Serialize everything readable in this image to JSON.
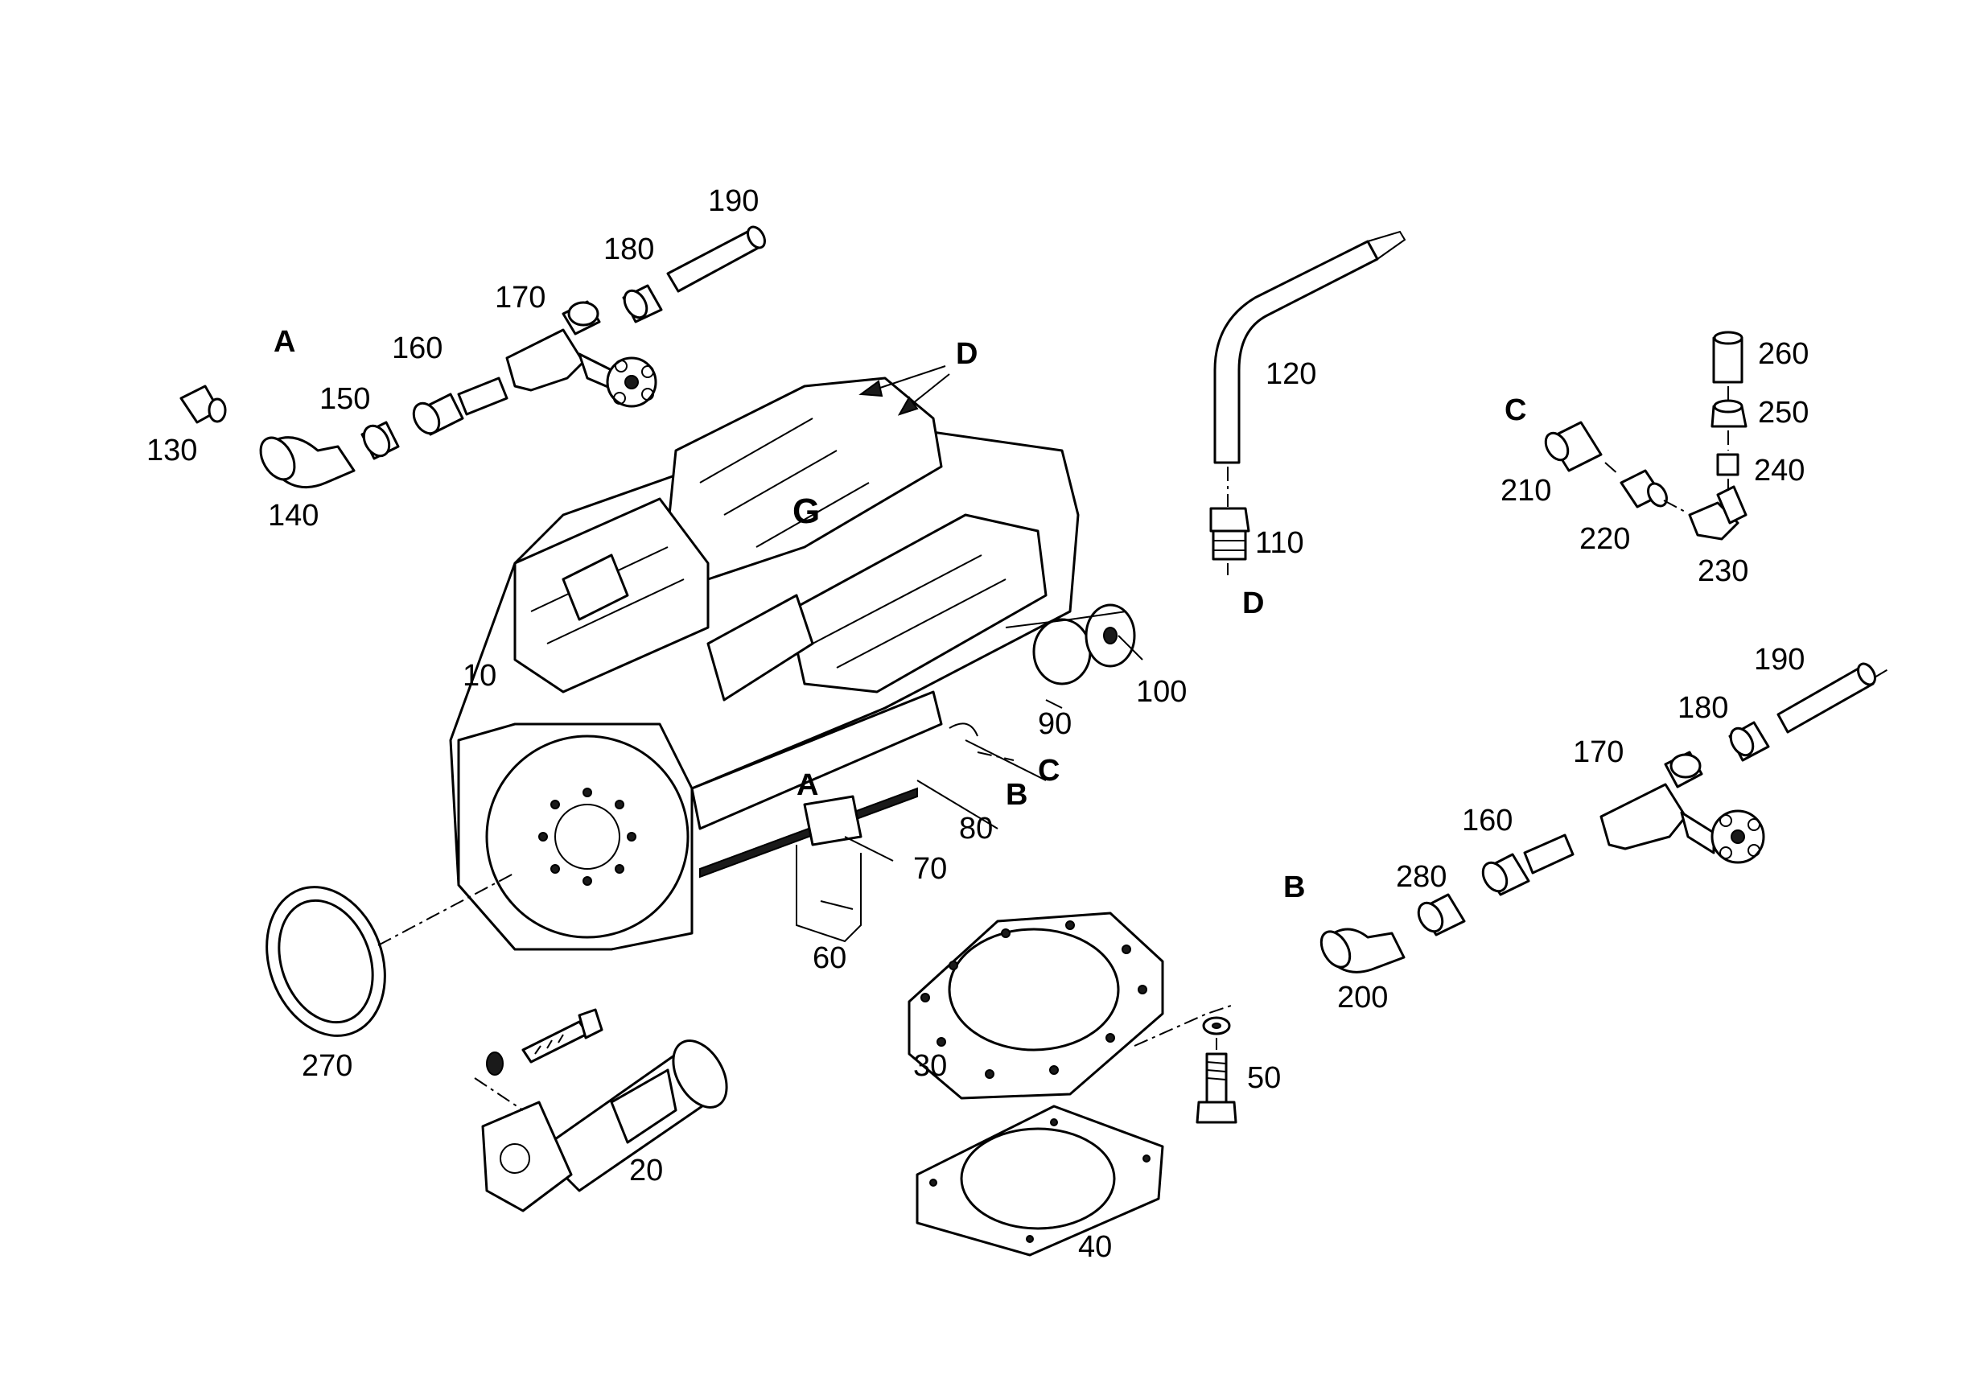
{
  "groups": {
    "a_top": "A",
    "a_engine": "A",
    "b_engine": "B",
    "b_right": "B",
    "c_engine": "C",
    "c_right": "C",
    "d_top": "D",
    "d_bottom": "D"
  },
  "labels": {
    "p10": "10",
    "p20": "20",
    "p30": "30",
    "p40": "40",
    "p50": "50",
    "p60": "60",
    "p70": "70",
    "p80": "80",
    "p90": "90",
    "p100": "100",
    "p110": "110",
    "p120": "120",
    "p130": "130",
    "p140": "140",
    "p150": "150",
    "p160a": "160",
    "p170a": "170",
    "p180a": "180",
    "p190a": "190",
    "p160b": "160",
    "p170b": "170",
    "p180b": "180",
    "p190b": "190",
    "p200": "200",
    "p210": "210",
    "p220": "220",
    "p230": "230",
    "p240": "240",
    "p250": "250",
    "p260": "260",
    "p270": "270",
    "p280": "280"
  }
}
